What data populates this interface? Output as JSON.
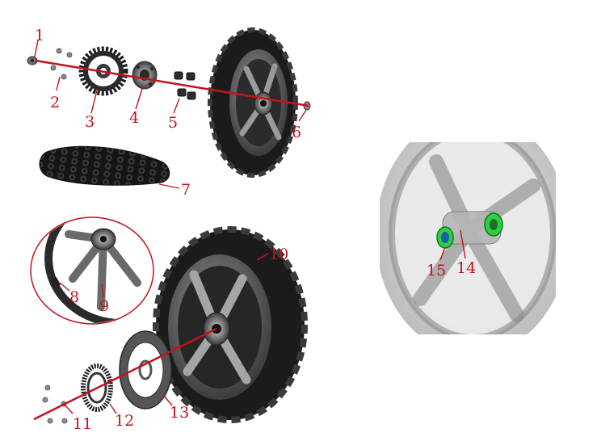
{
  "callouts": [
    {
      "id": "1",
      "label": "1"
    },
    {
      "id": "2",
      "label": "2"
    },
    {
      "id": "3",
      "label": "3"
    },
    {
      "id": "4",
      "label": "4"
    },
    {
      "id": "5",
      "label": "5"
    },
    {
      "id": "6",
      "label": "6"
    },
    {
      "id": "7",
      "label": "7"
    },
    {
      "id": "8",
      "label": "8"
    },
    {
      "id": "9",
      "label": "9"
    },
    {
      "id": "10",
      "label": "10"
    },
    {
      "id": "11",
      "label": "11"
    },
    {
      "id": "12",
      "label": "12"
    },
    {
      "id": "13",
      "label": "13"
    },
    {
      "id": "14",
      "label": "14"
    },
    {
      "id": "15",
      "label": "15"
    }
  ],
  "colors": {
    "callout_red": "#c0141c",
    "tire": "#1c1c1c",
    "rim": "#5a5a5a",
    "bearing_green": "#2fcf3f"
  }
}
